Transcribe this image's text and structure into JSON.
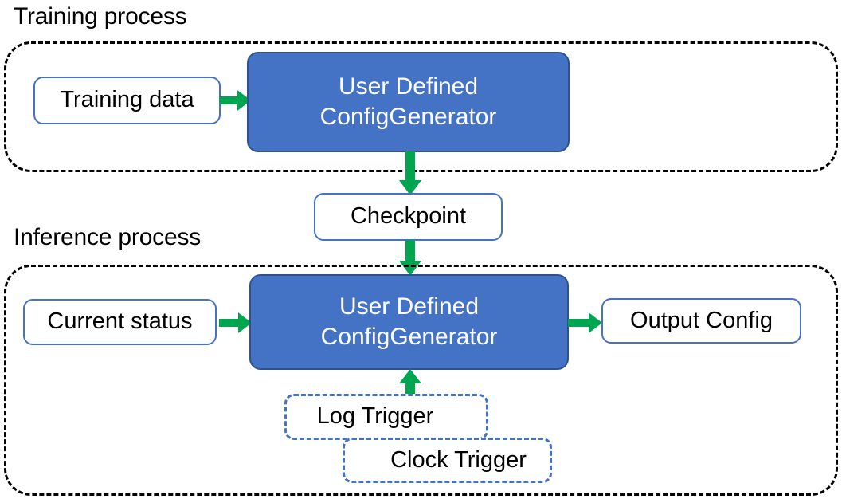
{
  "diagram": {
    "title_training": "Training process",
    "title_inference": "Inference process",
    "colors": {
      "accent_blue": "#4472C4",
      "accent_blue_dark": "#2F528F",
      "arrow_green": "#00A550",
      "container_border": "#000000",
      "text_dark": "#000000",
      "text_light": "#FFFFFF",
      "background": "#FFFFFF"
    }
  },
  "training": {
    "label": "Training process",
    "nodes": {
      "training_data": "Training data",
      "generator_line1": "User Defined",
      "generator_line2": "ConfigGenerator"
    }
  },
  "checkpoint": {
    "label": "Checkpoint"
  },
  "inference": {
    "label": "Inference process",
    "nodes": {
      "current_status": "Current status",
      "generator_line1": "User Defined",
      "generator_line2": "ConfigGenerator",
      "output_config": "Output Config",
      "log_trigger": "Log Trigger",
      "clock_trigger": "Clock Trigger"
    }
  },
  "arrows": [
    {
      "name": "training-data-to-generator",
      "direction": "right"
    },
    {
      "name": "training-generator-to-checkpoint",
      "direction": "down"
    },
    {
      "name": "checkpoint-to-inference-generator",
      "direction": "down"
    },
    {
      "name": "current-status-to-generator",
      "direction": "right"
    },
    {
      "name": "generator-to-output-config",
      "direction": "right"
    },
    {
      "name": "triggers-to-generator",
      "direction": "up"
    }
  ]
}
